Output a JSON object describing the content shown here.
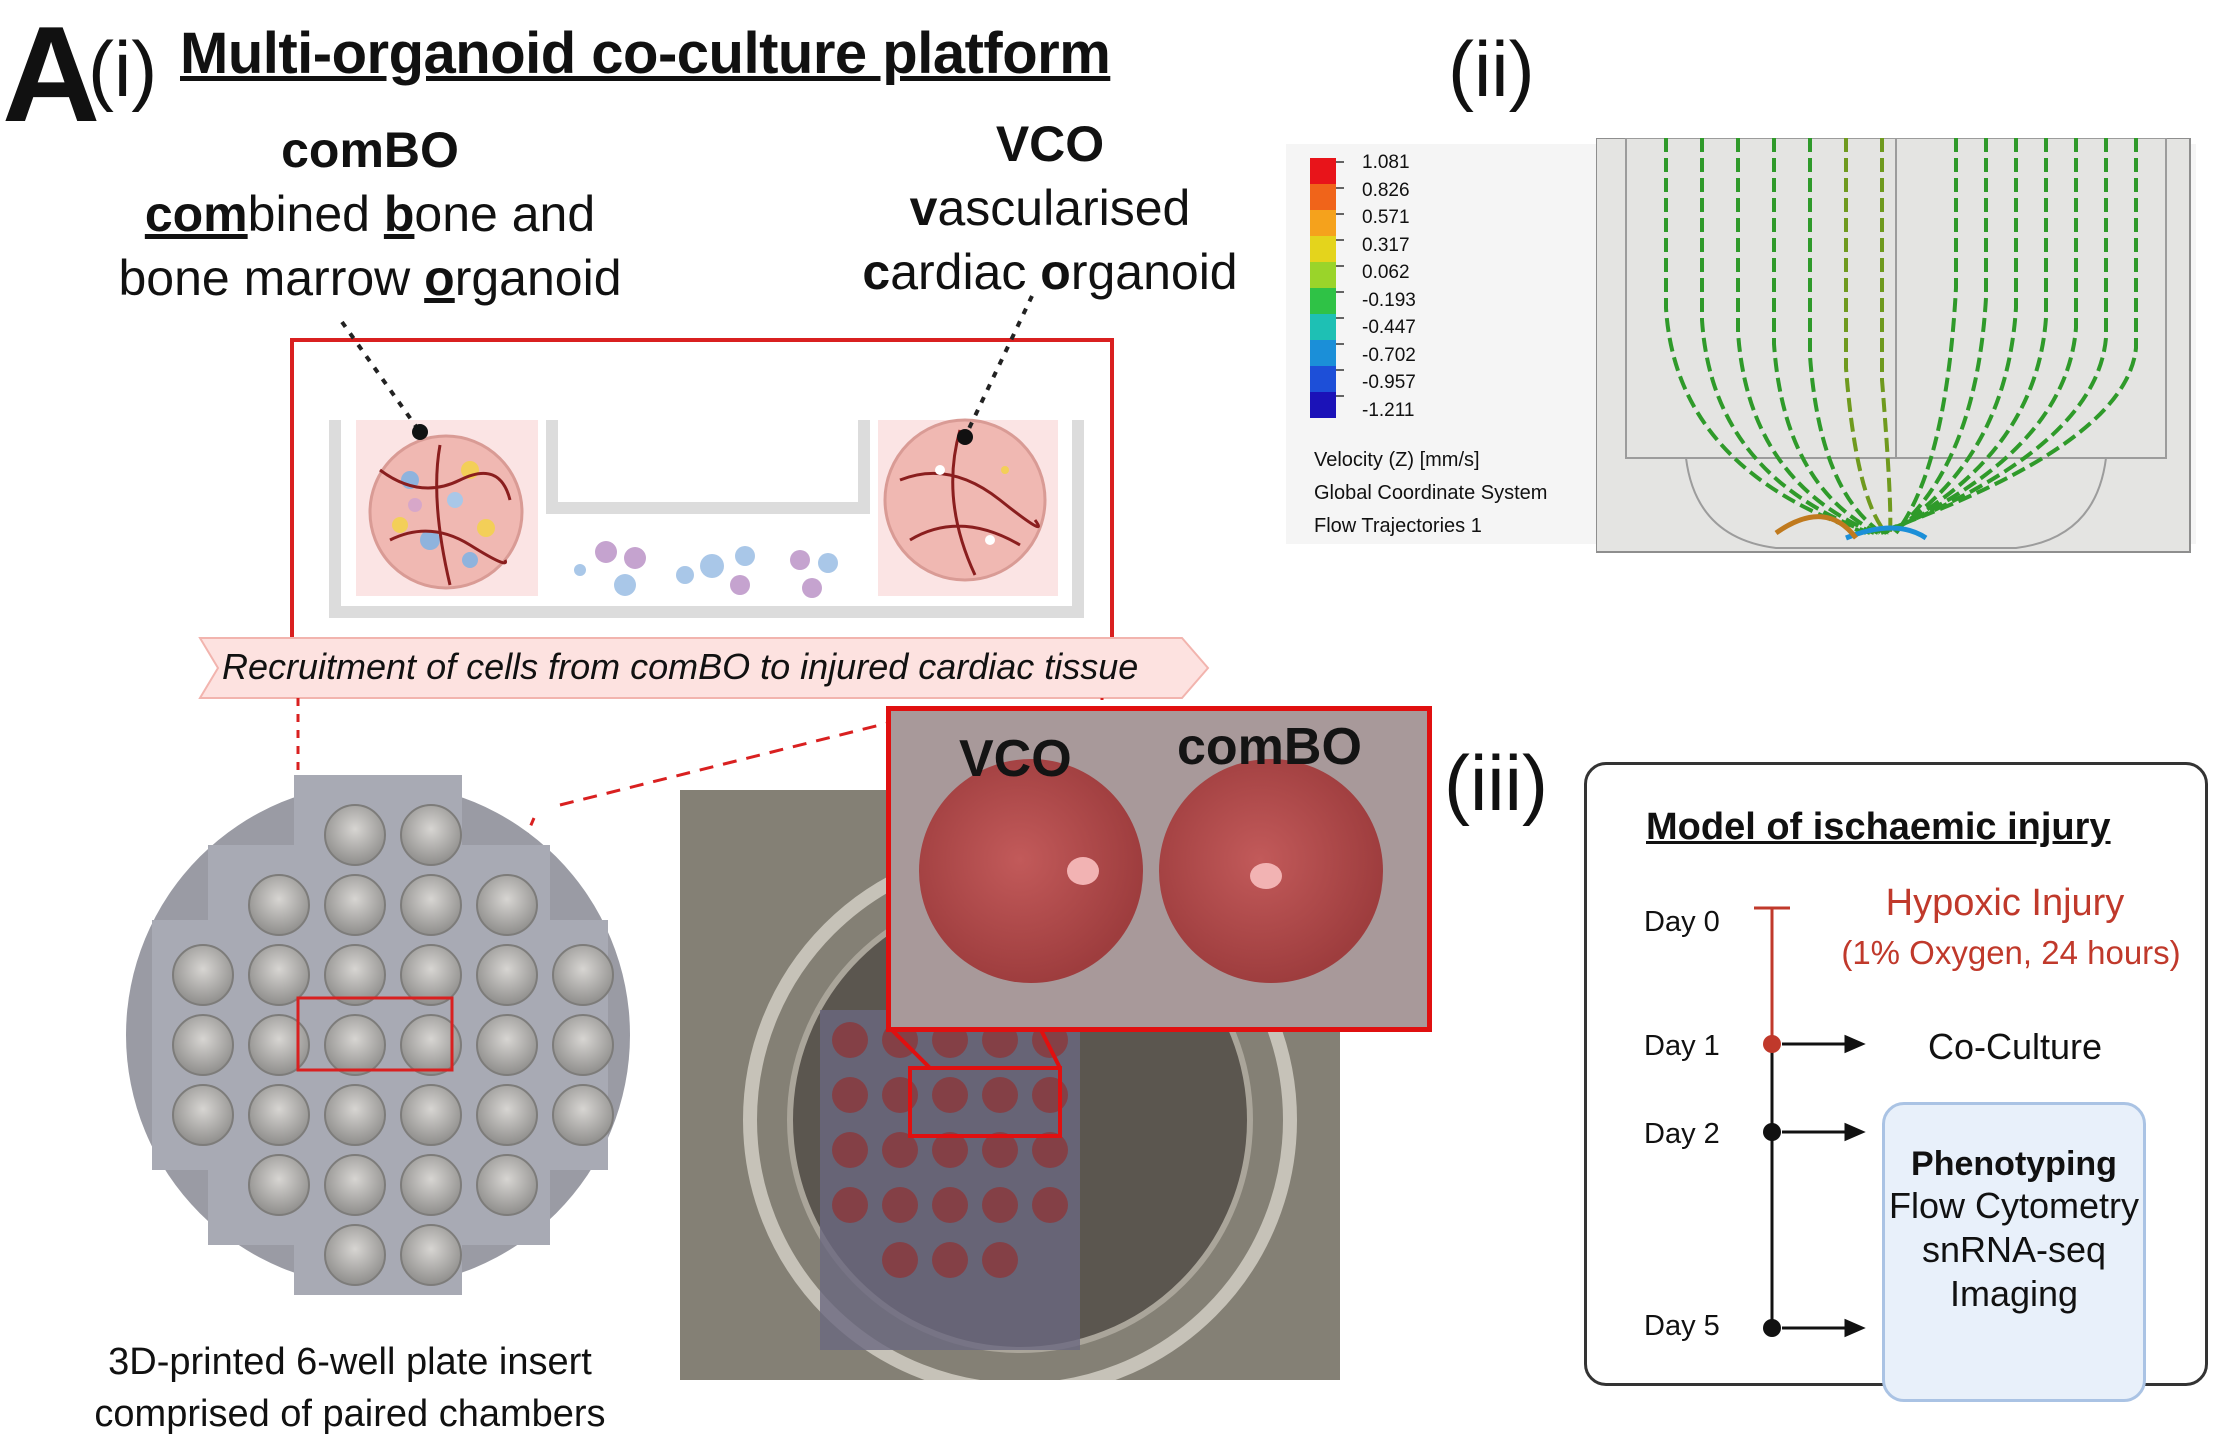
{
  "panel": {
    "letter": "A",
    "sub_i": "(i)",
    "sub_ii": "(ii)",
    "sub_iii": "(iii)"
  },
  "panel_i": {
    "title": "Multi-organoid co-culture platform",
    "combo": {
      "name": "comBO",
      "line1": [
        "com",
        "bined ",
        "b",
        "one and"
      ],
      "line2": [
        "bone marrow ",
        "o",
        "rganoid"
      ]
    },
    "vco": {
      "name": "VCO",
      "line1": [
        "v",
        "ascularised"
      ],
      "line2": [
        "c",
        "ardiac ",
        "o",
        "rganoid"
      ]
    },
    "banner": "Recruitment of cells from comBO to injured cardiac tissue",
    "photo_labels": [
      "VCO",
      "comBO"
    ],
    "caption": [
      "3D-printed 6-well plate insert",
      "comprised of paired chambers"
    ]
  },
  "panel_ii": {
    "legend_values": [
      "1.081",
      "0.826",
      "0.571",
      "0.317",
      "0.062",
      "-0.193",
      "-0.447",
      "-0.702",
      "-0.957",
      "-1.211"
    ],
    "legend_colors": [
      "#e8141a",
      "#f0641a",
      "#f5a21c",
      "#e4d41c",
      "#9ad42a",
      "#2fc246",
      "#1ec0b4",
      "#1b8fd8",
      "#1d4fd8",
      "#1b12b8"
    ],
    "labels": [
      "Velocity (Z) [mm/s]",
      "Global Coordinate System",
      "Flow Trajectories 1"
    ]
  },
  "panel_iii": {
    "title": "Model of ischaemic injury",
    "days": [
      "Day 0",
      "Day 1",
      "Day 2",
      "Day 5"
    ],
    "hypoxic": "Hypoxic Injury",
    "hypoxic_detail": "(1% Oxygen, 24 hours)",
    "coculture": "Co-Culture",
    "phenotyping": {
      "title": "Phenotyping",
      "items": [
        "Flow Cytometry",
        "snRNA-seq",
        "Imaging"
      ]
    }
  }
}
